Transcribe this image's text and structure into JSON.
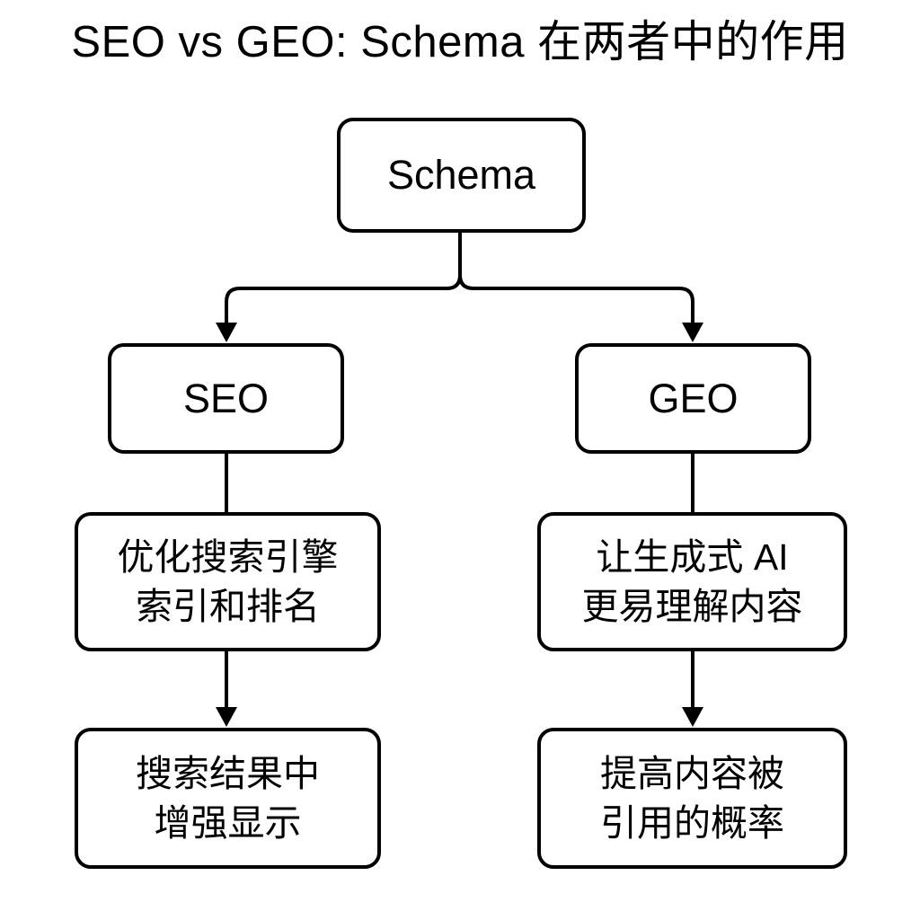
{
  "title": "SEO vs GEO: Schema 在两者中的作用",
  "diagram": {
    "colors": {
      "background": "#ffffff",
      "line": "#000000",
      "box_border": "#000000",
      "box_fill": "#ffffff",
      "text": "#000000"
    },
    "nodes": {
      "schema": {
        "label": "Schema"
      },
      "seo": {
        "label": "SEO"
      },
      "geo": {
        "label": "GEO"
      },
      "seo_role": {
        "line1": "优化搜索引擎",
        "line2": "索引和排名"
      },
      "geo_role": {
        "line1": "让生成式 AI",
        "line2": "更易理解内容"
      },
      "seo_result": {
        "line1": "搜索结果中",
        "line2": "增强显示"
      },
      "geo_result": {
        "line1": "提高内容被",
        "line2": "引用的概率"
      }
    },
    "edges": [
      {
        "from": "schema",
        "to": "seo",
        "arrow": true
      },
      {
        "from": "schema",
        "to": "geo",
        "arrow": true
      },
      {
        "from": "seo",
        "to": "seo_role",
        "arrow": false
      },
      {
        "from": "seo_role",
        "to": "seo_result",
        "arrow": true
      },
      {
        "from": "geo",
        "to": "geo_role",
        "arrow": false
      },
      {
        "from": "geo_role",
        "to": "geo_result",
        "arrow": true
      }
    ]
  }
}
